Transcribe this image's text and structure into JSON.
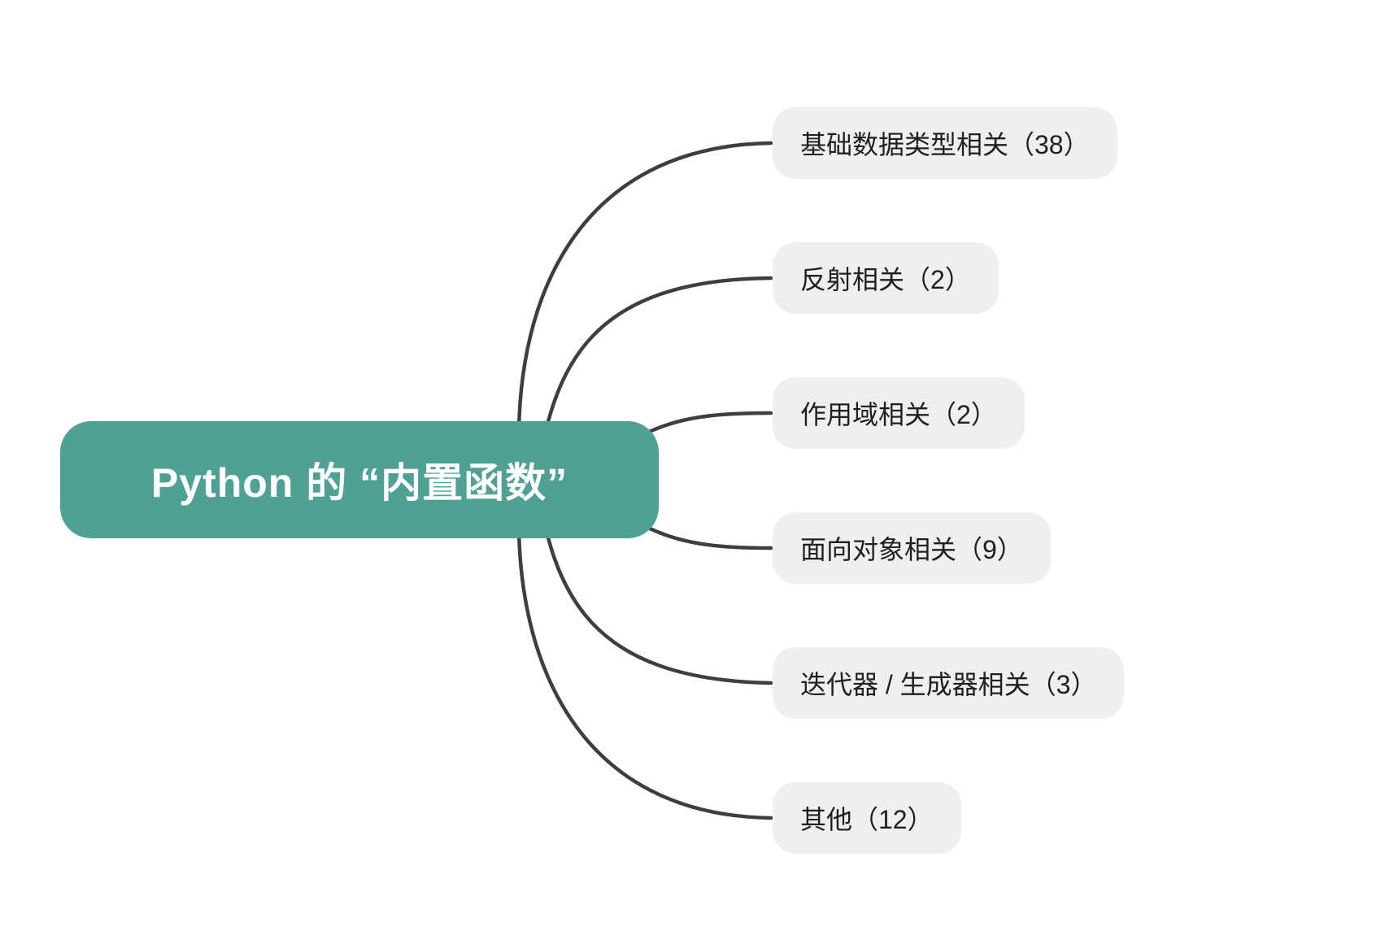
{
  "mindmap": {
    "root": {
      "label": "Python 的 “内置函数”"
    },
    "children": [
      {
        "label": "基础数据类型相关（38）",
        "topic": "基础数据类型相关",
        "count": 38
      },
      {
        "label": "反射相关（2）",
        "topic": "反射相关",
        "count": 2
      },
      {
        "label": "作用域相关（2）",
        "topic": "作用域相关",
        "count": 2
      },
      {
        "label": "面向对象相关（9）",
        "topic": "面向对象相关",
        "count": 9
      },
      {
        "label": "迭代器 / 生成器相关（3）",
        "topic": "迭代器 / 生成器相关",
        "count": 3
      },
      {
        "label": "其他（12）",
        "topic": "其他",
        "count": 12
      }
    ]
  },
  "theme": {
    "canvas_bg": "#FFFFFF",
    "root_bg": "#4FA193",
    "root_text": "#FFFFFF",
    "child_bg": "#EFEFEF",
    "child_text": "#1F1F1F",
    "connector": "#3E3E3E"
  }
}
